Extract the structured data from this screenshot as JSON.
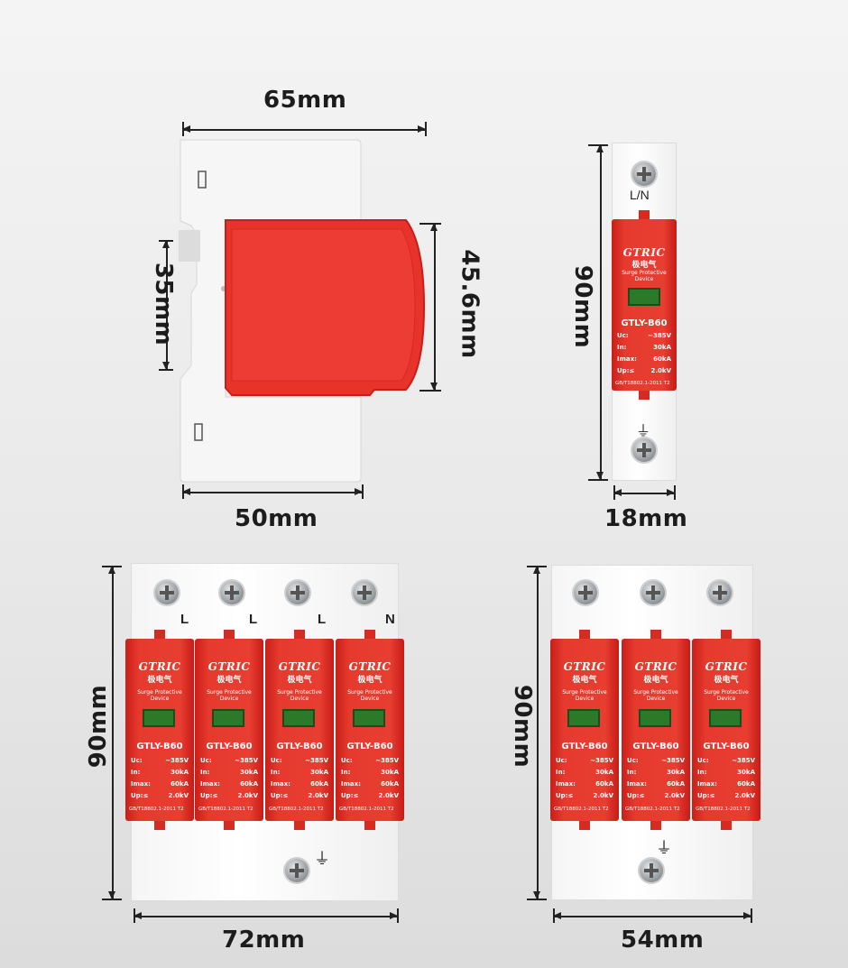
{
  "dimensions": {
    "side_width": "65mm",
    "side_rail": "35mm",
    "side_height": "45.6mm",
    "side_base": "50mm",
    "one_pole_height": "90mm",
    "one_pole_width": "18mm",
    "four_pole_height": "90mm",
    "four_pole_width": "72mm",
    "three_pole_height": "90mm",
    "three_pole_width": "54mm"
  },
  "module": {
    "brand": "GTRIC",
    "brand_cn": "极电气",
    "subtitle_line1": "Surge Protective",
    "subtitle_line2": "Device",
    "model": "GTLY-B60",
    "uc_label": "Uc:",
    "uc_value": "~385V",
    "in_label": "In:",
    "in_value": "30kA",
    "imax_label": "Imax:",
    "imax_value": "60kA",
    "up_label": "Up:≤",
    "up_value": "2.0kV",
    "standard": "GB/T18802.1-2011 T2"
  },
  "labels": {
    "one_pole_terminal": "L/N",
    "four_pole": [
      "L",
      "L",
      "L",
      "N"
    ],
    "ground_symbol": "⏚"
  },
  "colors": {
    "module_red": "#e63a2e",
    "housing_white": "#f5f5f5",
    "window_green": "#2b7a2a"
  }
}
